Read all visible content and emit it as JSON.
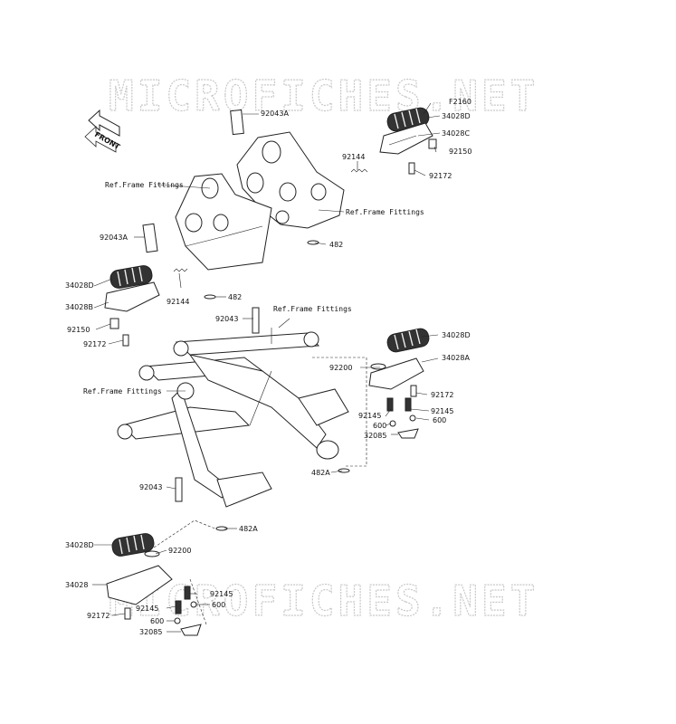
{
  "watermark": {
    "text": "MICROFICHES.NET"
  },
  "front_indicator": {
    "text": "FRONT"
  },
  "parts": {
    "p_f2160": "F2160",
    "p_34028d_top": "34028D",
    "p_34028c": "34028C",
    "p_92150_right": "92150",
    "p_92172_top": "92172",
    "p_92144_top": "92144",
    "p_92043a_top": "92043A",
    "p_ref_frame_1": "Ref.Frame Fittings",
    "p_ref_frame_2": "Ref.Frame Fittings",
    "p_482_top": "482",
    "p_92043a_left": "92043A",
    "p_34028d_left": "34028D",
    "p_34028b": "34028B",
    "p_92144_left": "92144",
    "p_482_mid": "482",
    "p_92150_left": "92150",
    "p_92172_left": "92172",
    "p_92043_mid": "92043",
    "p_ref_frame_3": "Ref.Frame Fittings",
    "p_34028d_right": "34028D",
    "p_34028a": "34028A",
    "p_92200_right": "92200",
    "p_92172_right": "92172",
    "p_ref_frame_4": "Ref.Frame Fittings",
    "p_92145_right_a": "92145",
    "p_92145_right_b": "92145",
    "p_600_right_a": "600",
    "p_600_right_b": "600",
    "p_32085_right": "32085",
    "p_482a_right": "482A",
    "p_92043_low": "92043",
    "p_482a_low": "482A",
    "p_34028d_low": "34028D",
    "p_92200_low": "92200",
    "p_34028": "34028",
    "p_92145_low_a": "92145",
    "p_600_low_a": "600",
    "p_92145_low_b": "92145",
    "p_600_low_b": "600",
    "p_92172_low": "92172",
    "p_32085_low": "32085"
  }
}
